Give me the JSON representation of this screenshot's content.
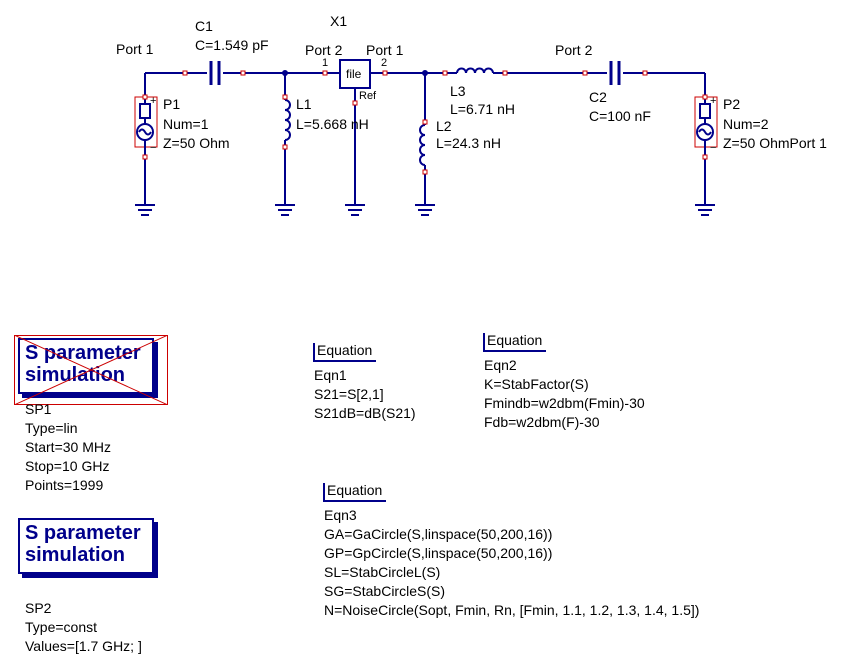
{
  "colors": {
    "wire": "#00008b",
    "port_marker": "#cc0000",
    "disabled_cross": "#cc0000"
  },
  "schematic": {
    "port_left_label": "Port 1",
    "c1": {
      "name": "C1",
      "value": "C=1.549 pF"
    },
    "x1": {
      "name": "X1",
      "port2_label": "Port 2",
      "port1_label": "Port 1",
      "box_text": "file",
      "pin1": "1",
      "pin2": "2",
      "ref": "Ref"
    },
    "l1": {
      "name": "L1",
      "value": "L=5.668 nH"
    },
    "l2": {
      "name": "L2",
      "value": "L=24.3 nH"
    },
    "l3": {
      "name": "L3",
      "value": "L=6.71 nH"
    },
    "port2_label": "Port 2",
    "c2": {
      "name": "C2",
      "value": "C=100 nF"
    },
    "p1": {
      "name": "P1",
      "num": "Num=1",
      "z": "Z=50 Ohm",
      "plus": "+",
      "minus": "−"
    },
    "p2": {
      "name": "P2",
      "num": "Num=2",
      "z": "Z=50 OhmPort 1",
      "plus": "+",
      "minus": "−"
    }
  },
  "sp1": {
    "title_line1": "S parameter",
    "title_line2": "simulation",
    "name": "SP1",
    "type": "Type=lin",
    "start": "Start=30 MHz",
    "stop": "Stop=10 GHz",
    "points": "Points=1999",
    "disabled": true
  },
  "sp2": {
    "title_line1": "S parameter",
    "title_line2": "simulation",
    "name": "SP2",
    "type": "Type=const",
    "values": "Values=[1.7 GHz; ]"
  },
  "eqn1": {
    "heading": "Equation",
    "name": "Eqn1",
    "lines": [
      "S21=S[2,1]",
      "S21dB=dB(S21)"
    ]
  },
  "eqn2": {
    "heading": "Equation",
    "name": "Eqn2",
    "lines": [
      "K=StabFactor(S)",
      "Fmindb=w2dbm(Fmin)-30",
      "Fdb=w2dbm(F)-30"
    ]
  },
  "eqn3": {
    "heading": "Equation",
    "name": "Eqn3",
    "lines": [
      "GA=GaCircle(S,linspace(50,200,16))",
      "GP=GpCircle(S,linspace(50,200,16))",
      "SL=StabCircleL(S)",
      "SG=StabCircleS(S)",
      "N=NoiseCircle(Sopt, Fmin, Rn, [Fmin, 1.1, 1.2, 1.3, 1.4, 1.5])"
    ]
  }
}
